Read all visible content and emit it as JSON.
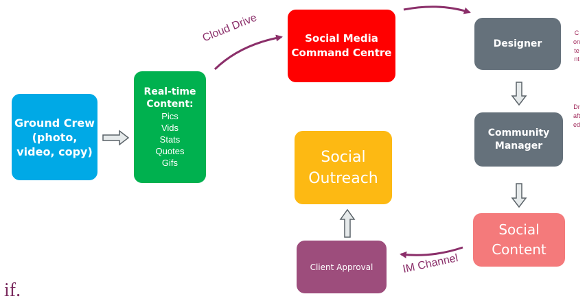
{
  "nodes": {
    "ground_crew": {
      "line1": "Ground Crew",
      "line2": "(photo,",
      "line3": "video, copy)"
    },
    "realtime": {
      "line1": "Real-time",
      "line2": "Content:",
      "items": [
        "Pics",
        "Vids",
        "Stats",
        "Quotes",
        "Gifs"
      ]
    },
    "command": {
      "line1": "Social Media",
      "line2": "Command Centre"
    },
    "designer": {
      "label": "Designer"
    },
    "community": {
      "line1": "Community",
      "line2": "Manager"
    },
    "social_content": {
      "line1": "Social",
      "line2": "Content"
    },
    "client_approval": {
      "label": "Client Approval"
    },
    "social_outreach": {
      "line1": "Social",
      "line2": "Outreach"
    }
  },
  "edges": {
    "cloud_drive": "Cloud Drive",
    "im_channel": "IM Channel"
  },
  "side_note": {
    "word1": "Content",
    "word2": "Drafted"
  },
  "logo": "if.",
  "colors": {
    "ground_crew": "#00a9e6",
    "realtime": "#00b14f",
    "command": "#ff0000",
    "grey": "#65717b",
    "social_content": "#f47a7b",
    "client_approval": "#9d4d7c",
    "social_outreach": "#fdb913",
    "connector": "#8b2f6a"
  }
}
